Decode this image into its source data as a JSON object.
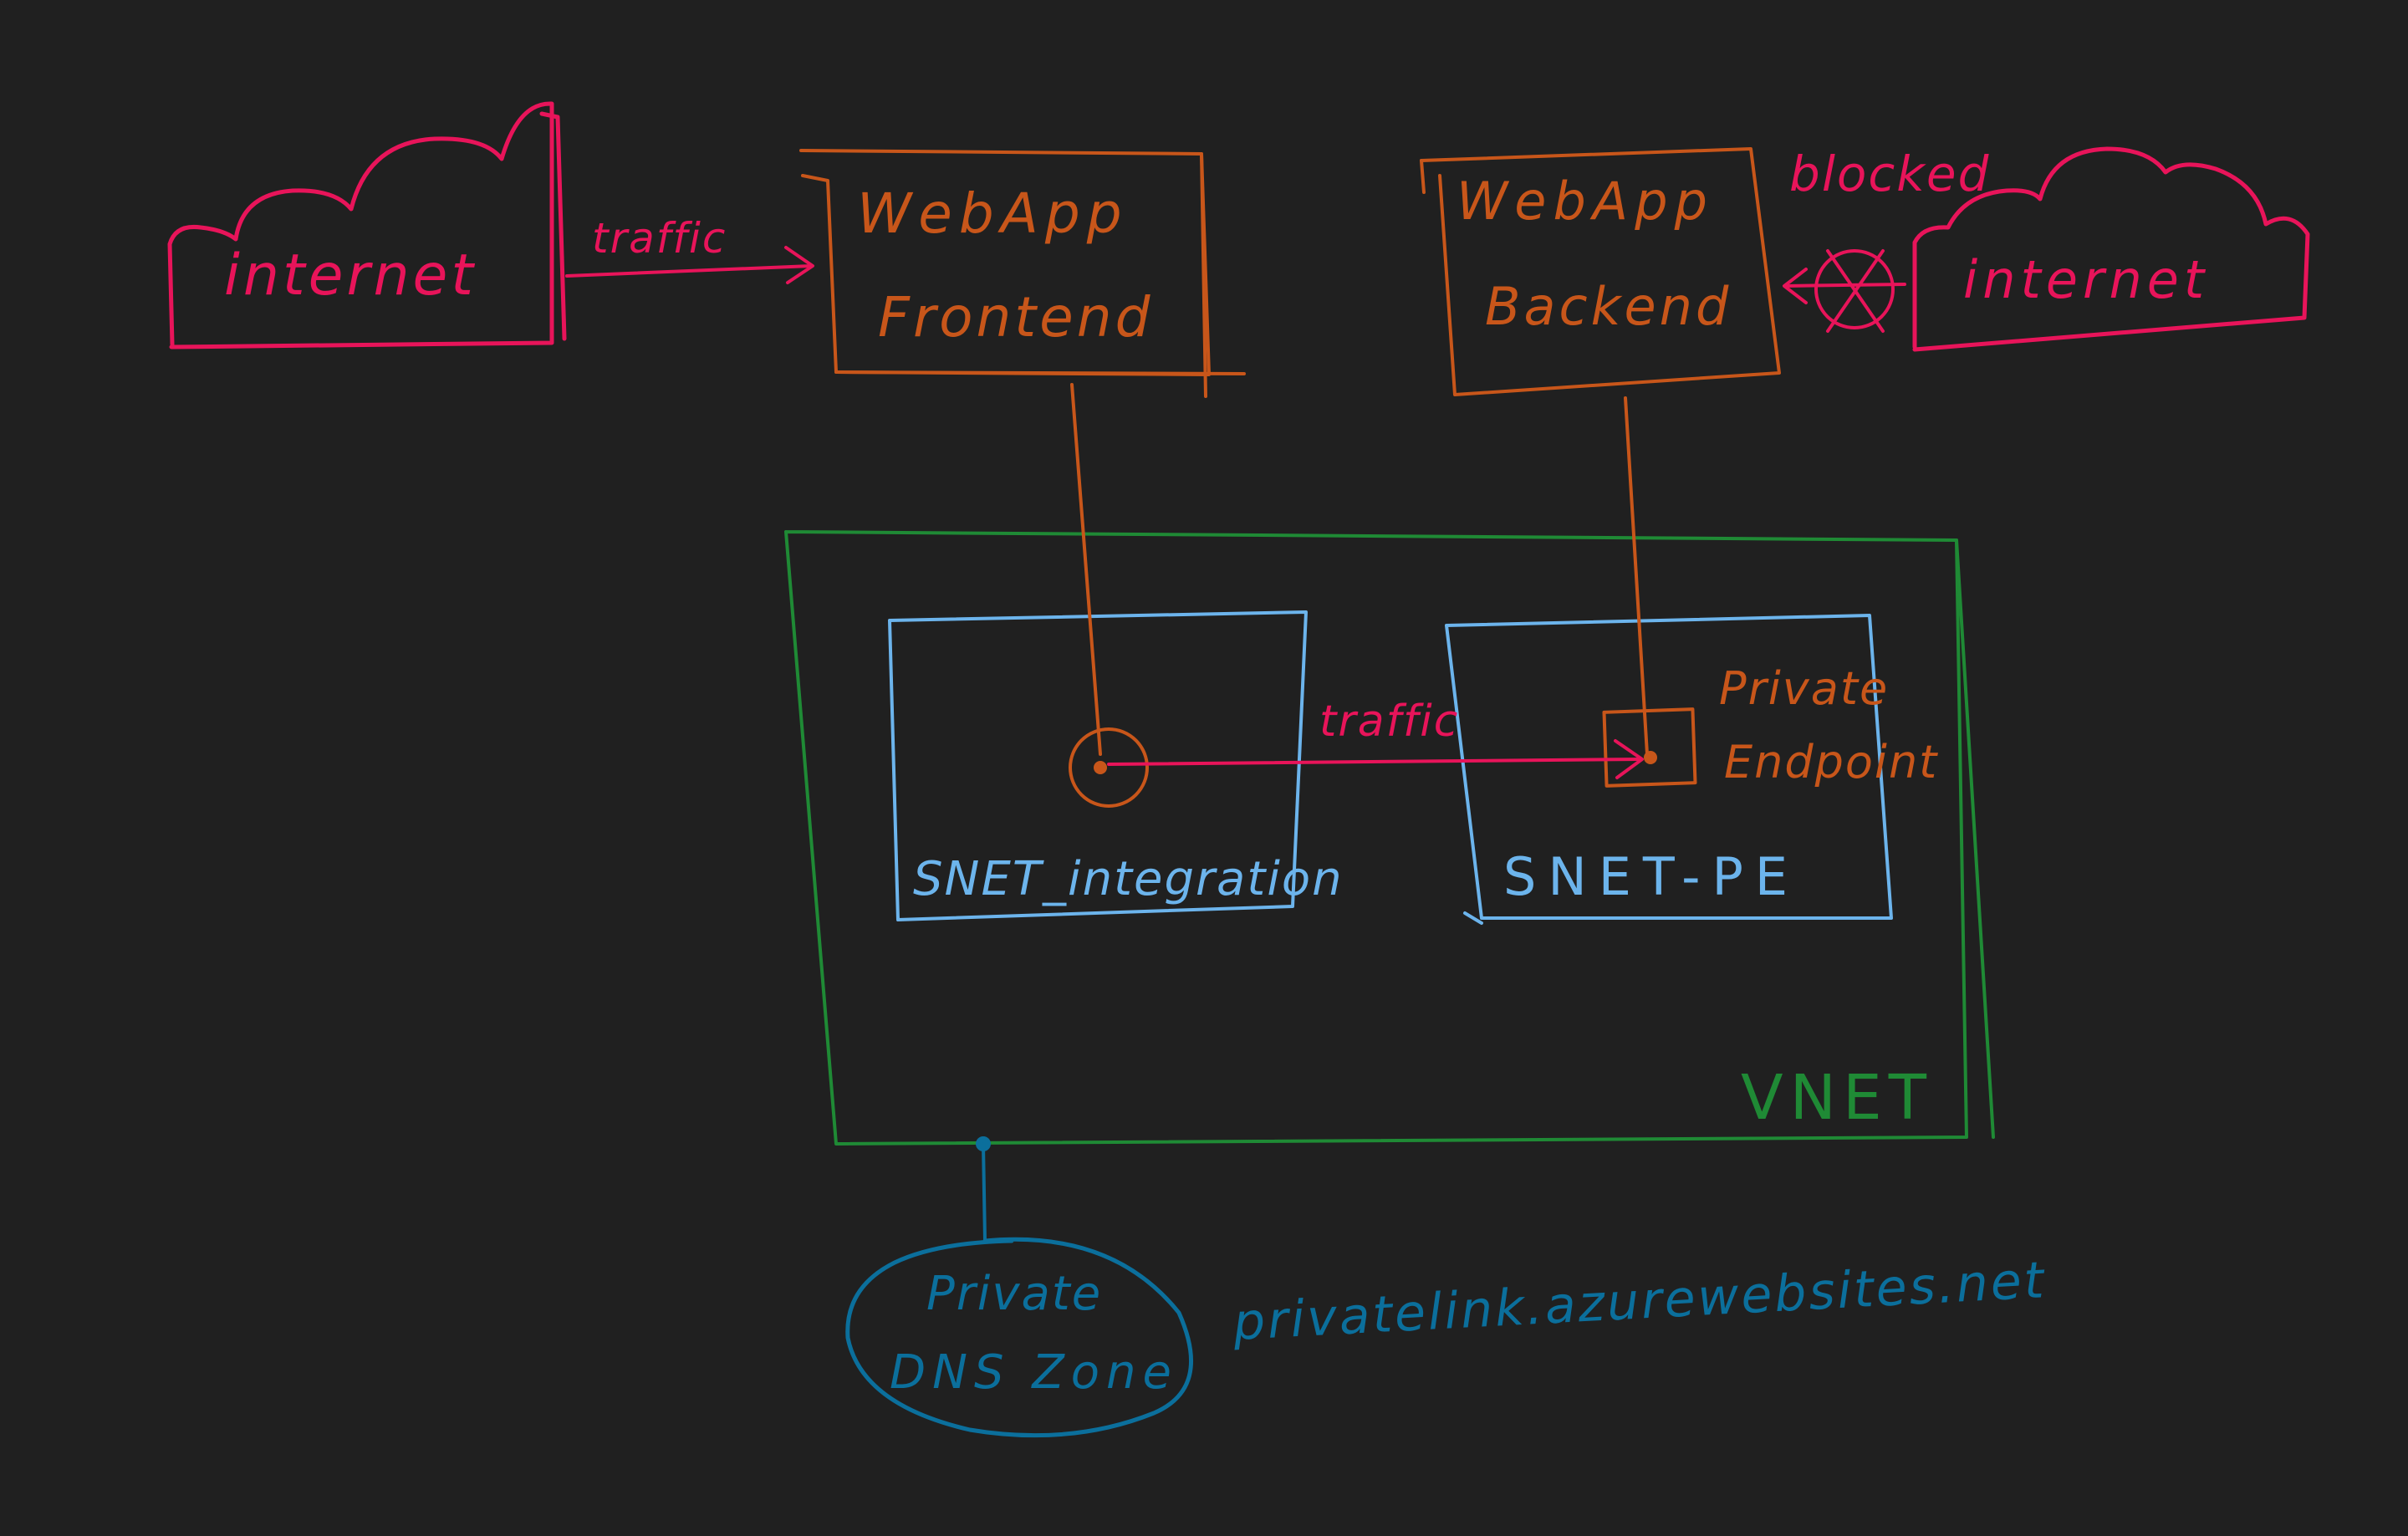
{
  "colors": {
    "background": "#202020",
    "internet": "#e8145a",
    "webapp": "#c8561a",
    "vnet": "#1f8a35",
    "subnet": "#6cb4ec",
    "dns": "#0b6f9c"
  },
  "internet_left": {
    "label": "internet"
  },
  "internet_right": {
    "label": "internet"
  },
  "traffic_top": {
    "label": "traffic"
  },
  "blocked": {
    "label": "blocked"
  },
  "webapp_frontend": {
    "line1": "WebApp",
    "line2": "Frontend"
  },
  "webapp_backend": {
    "line1": "WebApp",
    "line2": "Backend"
  },
  "vnet": {
    "label": "VNET"
  },
  "snet_integration": {
    "label": "SNET_integration"
  },
  "snet_pe": {
    "label": "SNET-PE"
  },
  "traffic_mid": {
    "label": "traffic"
  },
  "private_endpoint": {
    "line1": "Private",
    "line2": "Endpoint"
  },
  "private_dns_zone": {
    "line1": "Private",
    "line2": "DNS Zone"
  },
  "dns_domain": {
    "label": "privatelink.azurewebsites.net"
  }
}
